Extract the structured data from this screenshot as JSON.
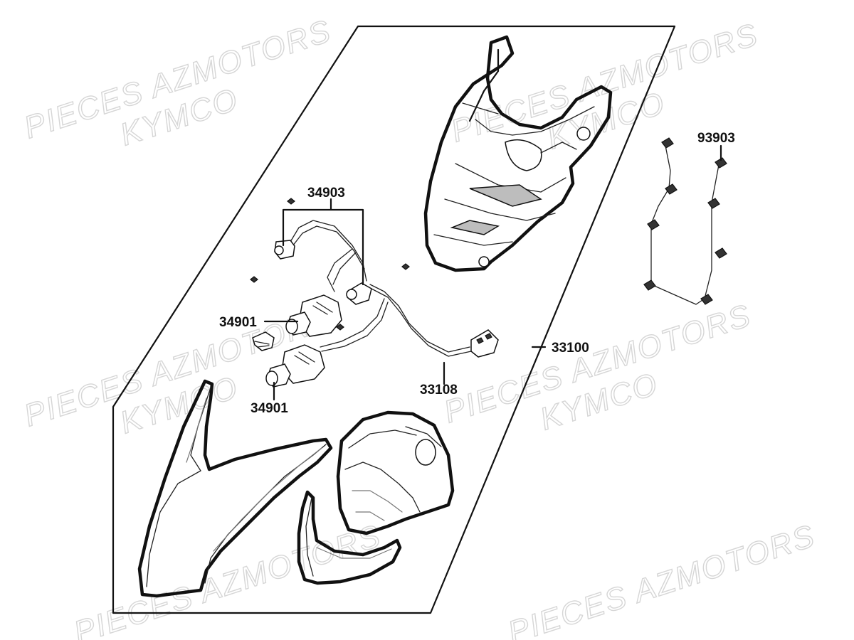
{
  "watermark": {
    "line1": "PIECES AZMOTORS",
    "line2": "KYMCO"
  },
  "parts": [
    {
      "ref": "34903",
      "name": "bulb-socket-harness"
    },
    {
      "ref": "34901",
      "name": "headlight-bulb-upper"
    },
    {
      "ref": "34901",
      "name": "headlight-bulb-lower"
    },
    {
      "ref": "33108",
      "name": "wire-harness"
    },
    {
      "ref": "33100",
      "name": "headlight-assembly"
    },
    {
      "ref": "93903",
      "name": "tapping-screw"
    }
  ]
}
